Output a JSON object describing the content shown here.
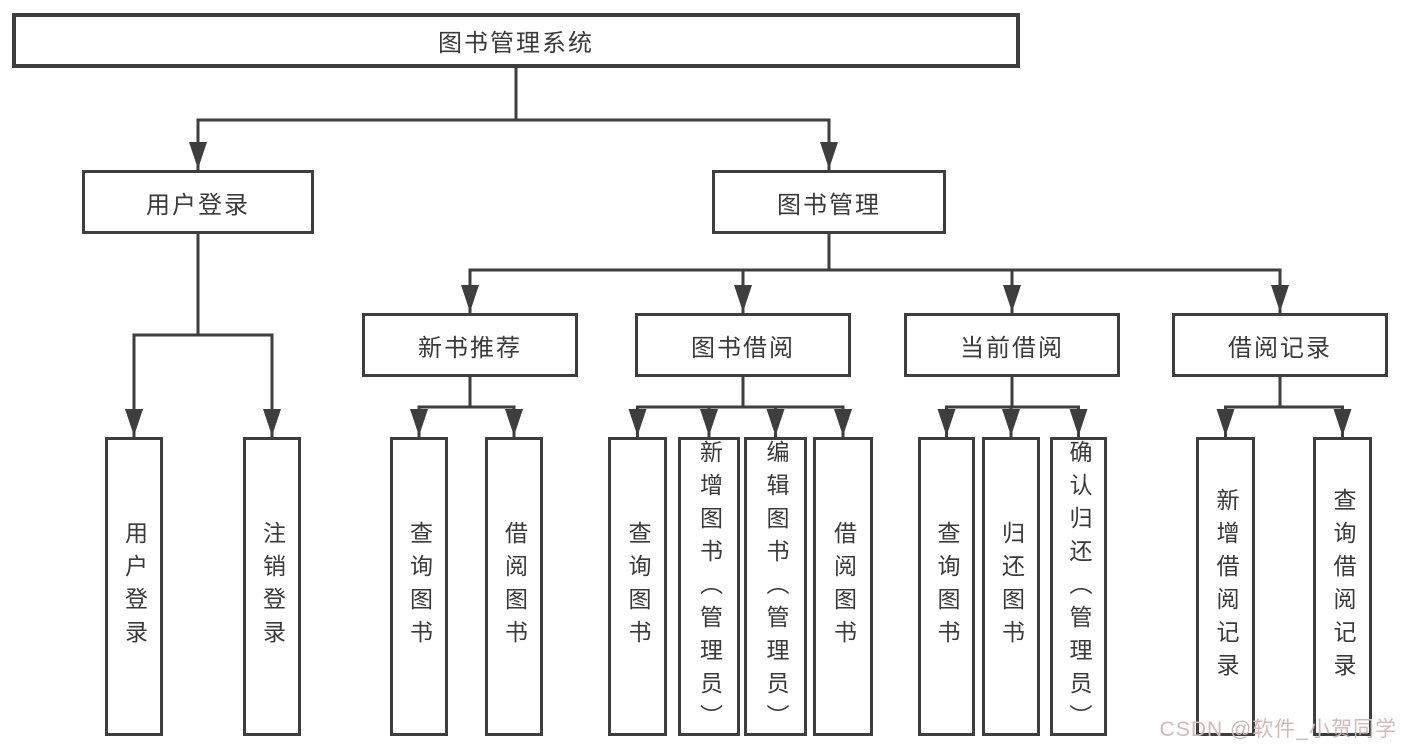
{
  "diagram": {
    "title": "图书管理系统",
    "colors": {
      "line": "#3e3e3e",
      "text": "#3a3a3a",
      "background": "#ffffff",
      "watermark": "#d2b9b9"
    },
    "watermark": {
      "text": "CSDN @软件_小贺同学"
    },
    "nodes": [
      {
        "id": "root",
        "label": "图书管理系统",
        "parent": null,
        "orientation": "horizontal"
      },
      {
        "id": "user-login",
        "label": "用户登录",
        "parent": "root",
        "orientation": "horizontal"
      },
      {
        "id": "book-mgmt",
        "label": "图书管理",
        "parent": "root",
        "orientation": "horizontal"
      },
      {
        "id": "new-book-rec",
        "label": "新书推荐",
        "parent": "book-mgmt",
        "orientation": "horizontal"
      },
      {
        "id": "book-borrow",
        "label": "图书借阅",
        "parent": "book-mgmt",
        "orientation": "horizontal"
      },
      {
        "id": "current-borrow",
        "label": "当前借阅",
        "parent": "book-mgmt",
        "orientation": "horizontal"
      },
      {
        "id": "borrow-record",
        "label": "借阅记录",
        "parent": "book-mgmt",
        "orientation": "horizontal"
      },
      {
        "id": "do-login",
        "label": "用户登录",
        "parent": "user-login",
        "orientation": "vertical"
      },
      {
        "id": "do-logout",
        "label": "注销登录",
        "parent": "user-login",
        "orientation": "vertical"
      },
      {
        "id": "rec-query",
        "label": "查询图书",
        "parent": "new-book-rec",
        "orientation": "vertical"
      },
      {
        "id": "rec-borrow",
        "label": "借阅图书",
        "parent": "new-book-rec",
        "orientation": "vertical"
      },
      {
        "id": "bb-query",
        "label": "查询图书",
        "parent": "book-borrow",
        "orientation": "vertical"
      },
      {
        "id": "bb-add",
        "label": "新增图书（管理员）",
        "parent": "book-borrow",
        "orientation": "vertical"
      },
      {
        "id": "bb-edit",
        "label": "编辑图书（管理员）",
        "parent": "book-borrow",
        "orientation": "vertical"
      },
      {
        "id": "bb-borrow",
        "label": "借阅图书",
        "parent": "book-borrow",
        "orientation": "vertical"
      },
      {
        "id": "cb-query",
        "label": "查询图书",
        "parent": "current-borrow",
        "orientation": "vertical"
      },
      {
        "id": "cb-return",
        "label": "归还图书",
        "parent": "current-borrow",
        "orientation": "vertical"
      },
      {
        "id": "cb-confirm",
        "label": "确认归还（管理员）",
        "parent": "current-borrow",
        "orientation": "vertical"
      },
      {
        "id": "br-add",
        "label": "新增借阅记录",
        "parent": "borrow-record",
        "orientation": "vertical"
      },
      {
        "id": "br-query",
        "label": "查询借阅记录",
        "parent": "borrow-record",
        "orientation": "vertical"
      }
    ]
  }
}
